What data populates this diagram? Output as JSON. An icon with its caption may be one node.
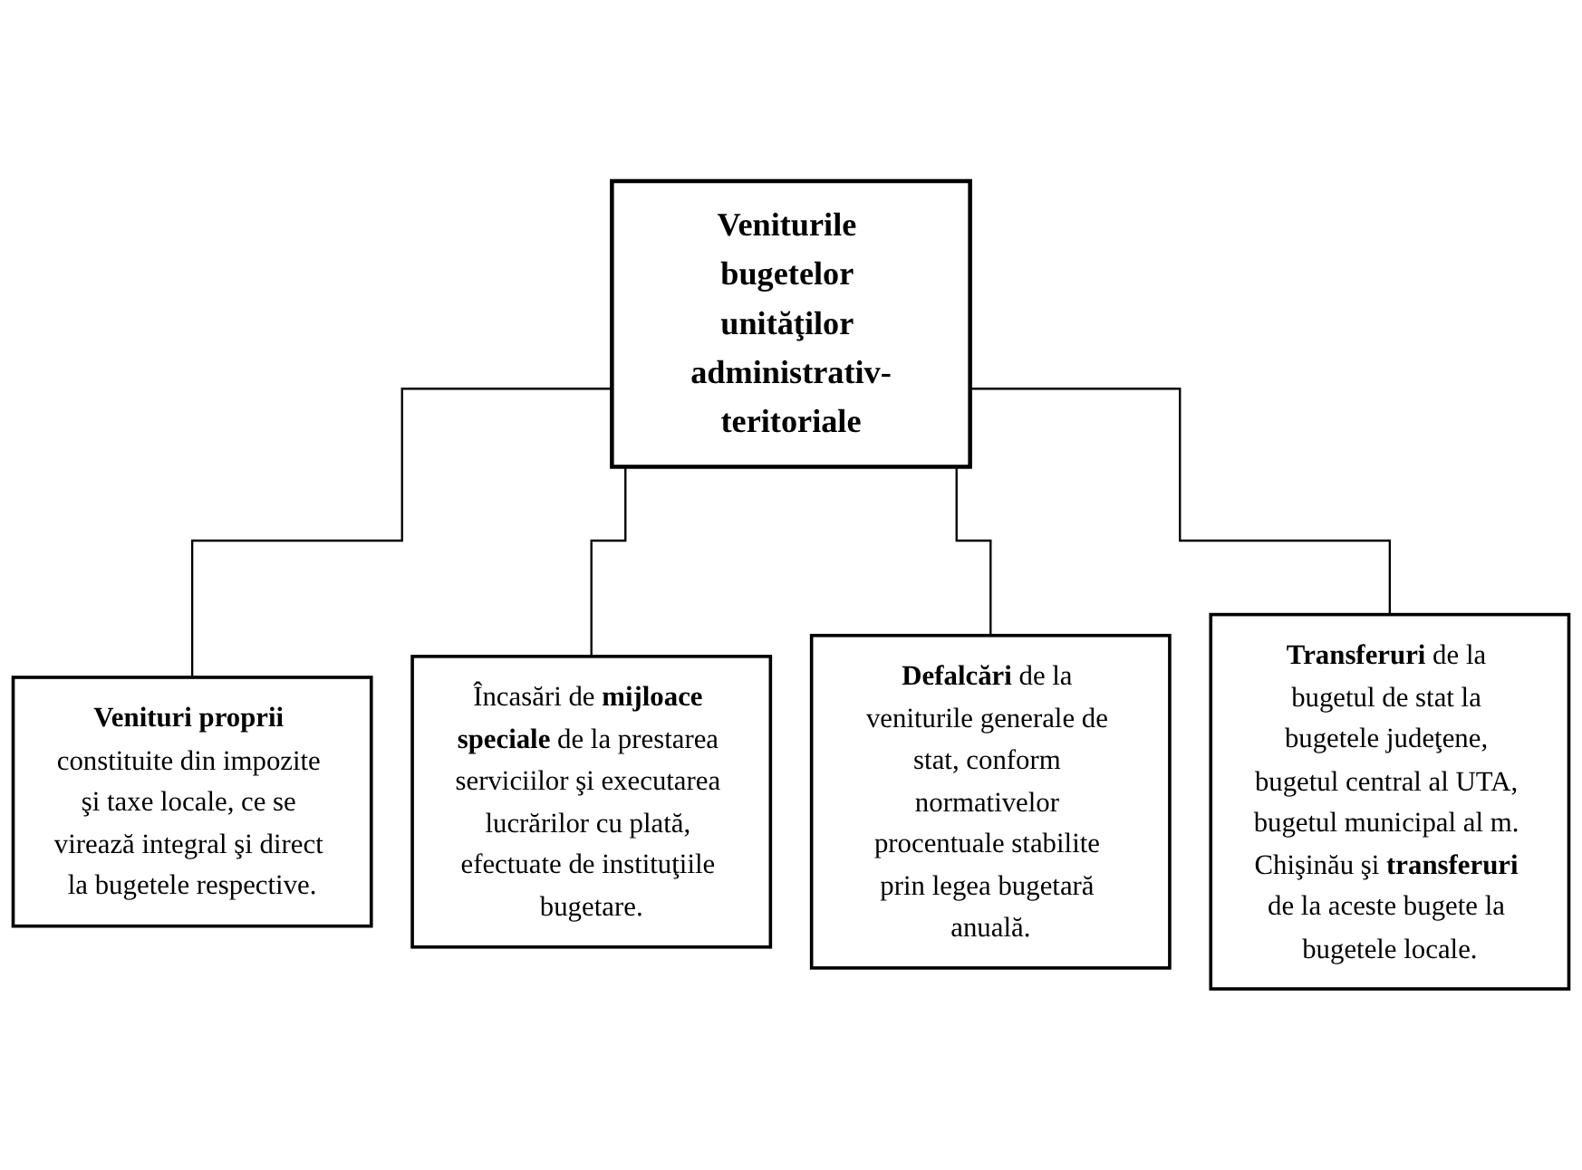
{
  "diagram": {
    "nodes": [
      {
        "text": [
          "Veniturile bugetelor unităţilor administrativ-teritoriale"
        ]
      },
      {
        "text": [
          "**Venituri proprii** constituite din impozite şi taxe locale, ce se virează integral şi direct la bugetele respective."
        ]
      },
      {
        "text": [
          "Încasări de **mijloace speciale** de la prestarea serviciilor şi executarea lucrărilor cu plată, efectuate de instituţiile bugetare."
        ]
      },
      {
        "text": [
          "**Defalcări** de la veniturile generale de stat, conform normativelor procentuale stabilite prin legea bugetară anuală."
        ]
      },
      {
        "text": [
          "**Transferuri** de la bugetul de stat la bugetele judeţene, bugetul central al UTA, bugetul municipal al m. Chişinău şi **transferuri** de la aceste bugete la bugetele locale."
        ]
      }
    ],
    "edges": [
      {
        "from": 0,
        "to": 1,
        "arrow": "none"
      },
      {
        "from": 0,
        "to": 2,
        "arrow": "none"
      },
      {
        "from": 0,
        "to": 3,
        "arrow": "none"
      },
      {
        "from": 0,
        "to": 4,
        "arrow": "none"
      }
    ]
  }
}
